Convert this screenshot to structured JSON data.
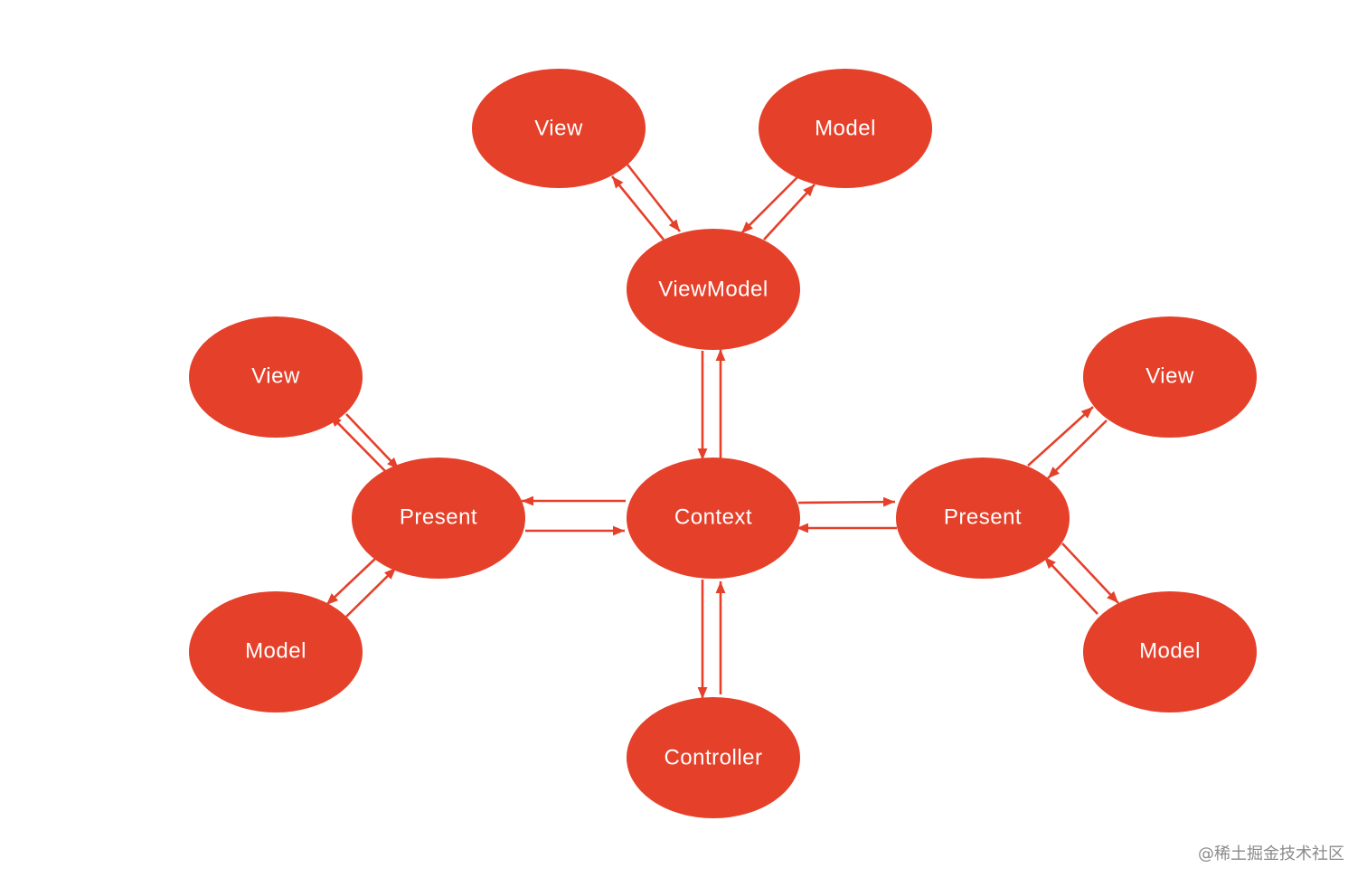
{
  "colors": {
    "node_fill": "#E5402A",
    "arrow": "#E5402A",
    "label": "#FFFFFF",
    "watermark": "#8A8A8A",
    "background": "#FFFFFF"
  },
  "nodes": {
    "top_view": "View",
    "top_model": "Model",
    "viewmodel": "ViewModel",
    "left_view": "View",
    "right_view": "View",
    "left_present": "Present",
    "context": "Context",
    "right_present": "Present",
    "left_model": "Model",
    "right_model": "Model",
    "controller": "Controller"
  },
  "watermark": "@稀土掘金技术社区"
}
